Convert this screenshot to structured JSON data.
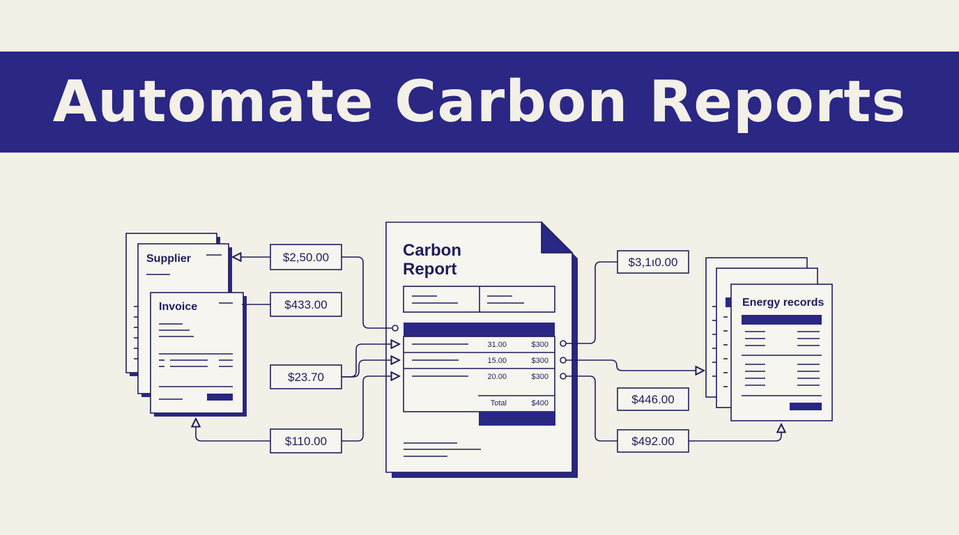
{
  "banner": {
    "title": "Automate Carbon Reports"
  },
  "colors": {
    "navy": "#2a2785",
    "ink": "#1f1d5a",
    "paper": "#f3f0e8",
    "card": "#f7f5ef"
  },
  "documents": {
    "supplier": "Supplier",
    "invoice": "Invoice",
    "energy": "Energy records",
    "report_title_line1": "Carbon",
    "report_title_line2": "Report"
  },
  "report_rows": [
    {
      "qty": "31.00",
      "amount": "$300"
    },
    {
      "qty": "15.00",
      "amount": "$300"
    },
    {
      "qty": "20.00",
      "amount": "$300"
    }
  ],
  "report_total": {
    "label": "Total",
    "amount": "$400"
  },
  "amounts_left": [
    "$2,50.00",
    "$433.00",
    "$23.70",
    "$110.00"
  ],
  "amounts_right": [
    "$3,1ı0.00",
    "$446.00",
    "$492.00"
  ]
}
